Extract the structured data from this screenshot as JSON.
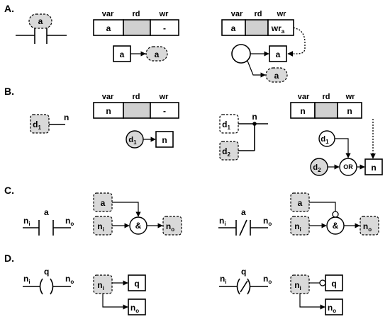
{
  "sections": {
    "A": "A.",
    "B": "B.",
    "C": "C.",
    "D": "D."
  },
  "table": {
    "var": "var",
    "rd": "rd",
    "wr": "wr"
  },
  "a": {
    "contact_label": "a",
    "row1_var": "a",
    "row1_wr": "-",
    "node": "a",
    "row2_var": "a",
    "row2_wr": "wr",
    "row2_wr_sub": "a",
    "out_box": "a",
    "out_node": "a"
  },
  "b": {
    "d1": "d",
    "d1_sub": "1",
    "n_label": "n",
    "row1_var": "n",
    "row1_wr": "-",
    "row2_var": "n",
    "row2_wr": "n",
    "d2": "d",
    "d2_sub": "2",
    "or": "OR",
    "out": "n"
  },
  "c": {
    "ni": "n",
    "ni_sub": "i",
    "no": "n",
    "no_sub": "o",
    "contact": "a",
    "and": "&"
  },
  "d": {
    "ni": "n",
    "ni_sub": "i",
    "no": "n",
    "no_sub": "o",
    "coil": "q"
  }
}
